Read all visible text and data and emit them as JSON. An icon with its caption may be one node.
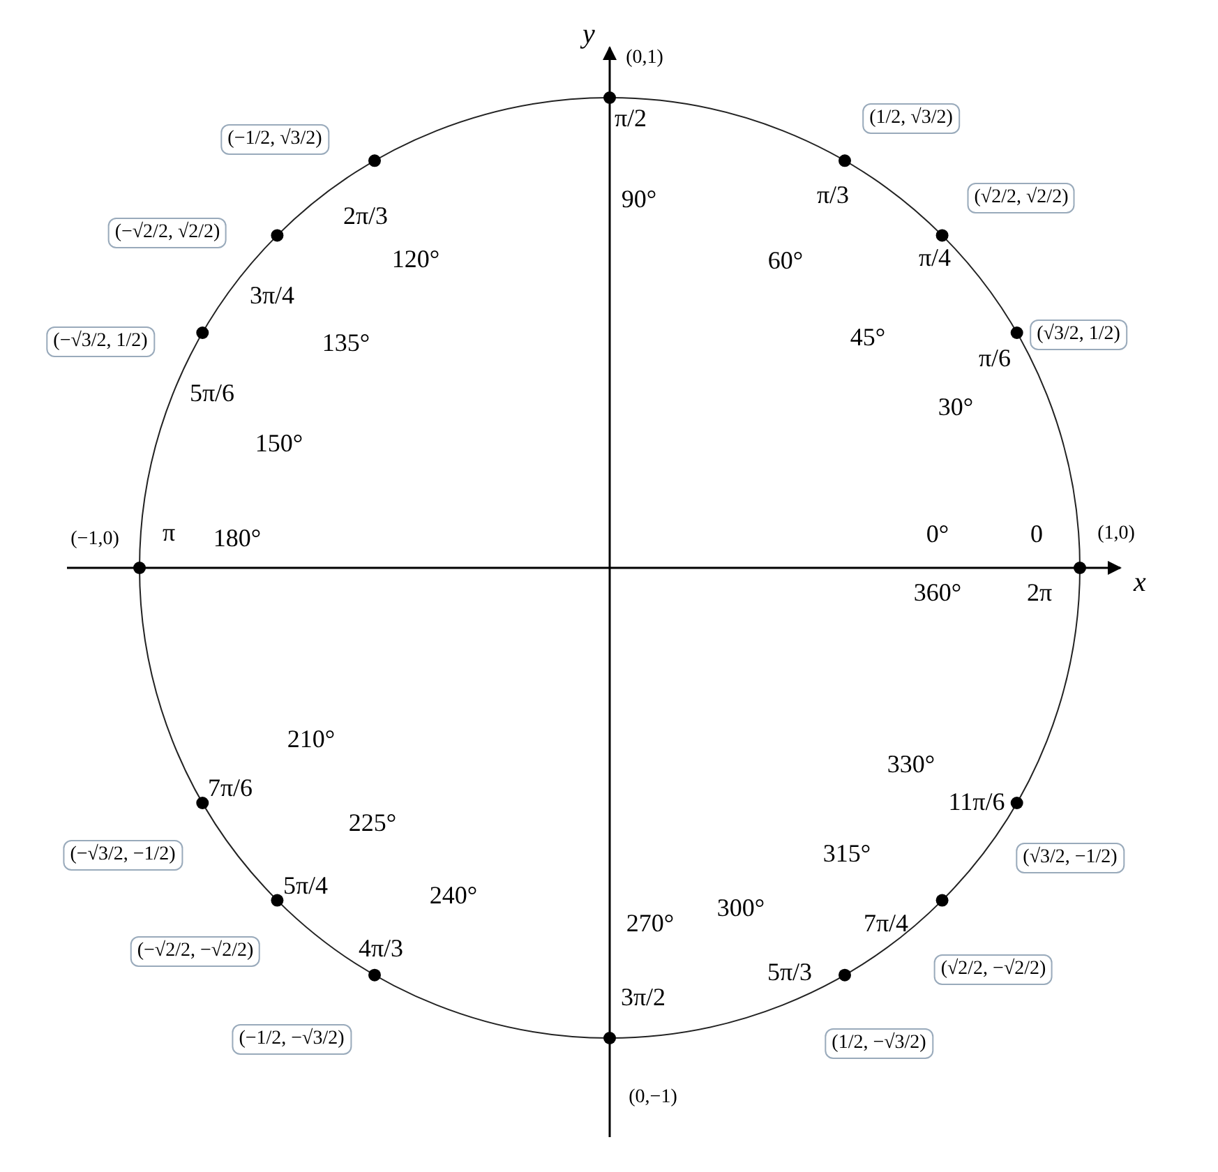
{
  "diagram": {
    "labels": [
      "y",
      "(0,1)",
      "(−1/2, √3/2)",
      "(1/2, √3/2)",
      "π/2",
      "2π/3",
      "(√2/2, √2/2)",
      "90°",
      "(−√2/2, √2/2)",
      "π/3",
      "120°",
      "60°",
      "π/4",
      "3π/4",
      "(√3/2, 1/2)",
      "(−√3/2, 1/2)",
      "135°",
      "45°",
      "π/6",
      "5π/6",
      "30°",
      "150°",
      "(−1,0)",
      "π",
      "180°",
      "0°",
      "0",
      "(1,0)",
      "x",
      "360°",
      "2π",
      "210°",
      "330°",
      "7π/6",
      "11π/6",
      "225°",
      "(−√3/2, −1/2)",
      "(√3/2, −1/2)",
      "315°",
      "5π/4",
      "240°",
      "7π/4",
      "270°",
      "300°",
      "4π/3",
      "(−√2/2, −√2/2)",
      "(√2/2, −√2/2)",
      "5π/3",
      "3π/2",
      "(−1/2, −√3/2)",
      "(1/2, −√3/2)",
      "(0,−1)"
    ]
  }
}
